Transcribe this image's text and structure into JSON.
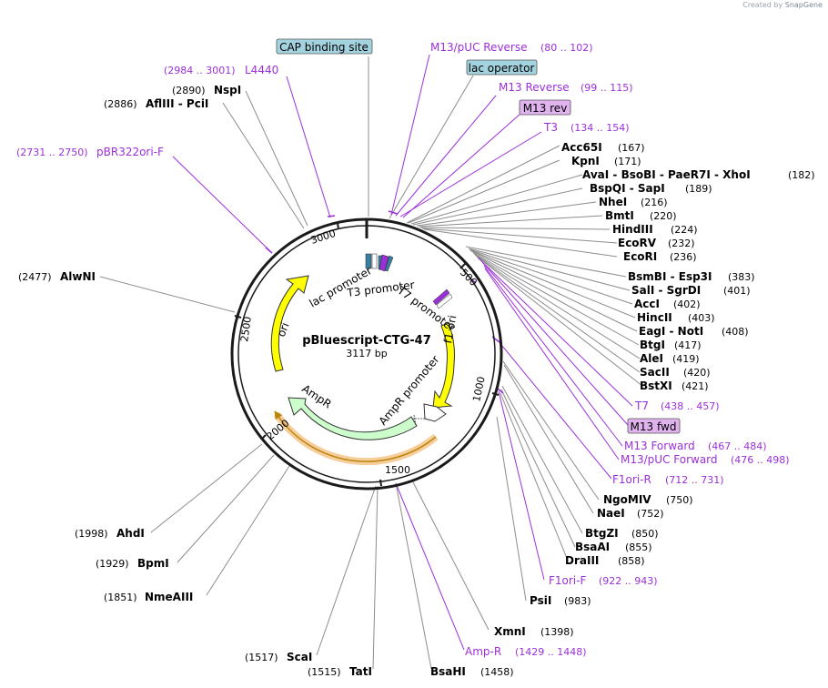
{
  "credit": {
    "prefix": "Created by",
    "brand": "SnapGene"
  },
  "plasmid": {
    "name": "pBluescript-CTG-47",
    "size": "3117 bp",
    "length": 3117
  },
  "ticks": [
    "500",
    "1000",
    "1500",
    "2000",
    "2500",
    "3000"
  ],
  "enzymes": [
    {
      "name": "Acc65I",
      "pos": "(167)"
    },
    {
      "name": "KpnI",
      "pos": "(171)"
    },
    {
      "name": "AvaI - BsoBI - PaeR7I - XhoI",
      "pos": "(182)"
    },
    {
      "name": "BspQI - SapI",
      "pos": "(189)"
    },
    {
      "name": "NheI",
      "pos": "(216)"
    },
    {
      "name": "BmtI",
      "pos": "(220)"
    },
    {
      "name": "HindIII",
      "pos": "(224)"
    },
    {
      "name": "EcoRV",
      "pos": "(232)"
    },
    {
      "name": "EcoRI",
      "pos": "(236)"
    },
    {
      "name": "BsmBI - Esp3I",
      "pos": "(383)"
    },
    {
      "name": "SalI - SgrDI",
      "pos": "(401)"
    },
    {
      "name": "AccI",
      "pos": "(402)"
    },
    {
      "name": "HincII",
      "pos": "(403)"
    },
    {
      "name": "EagI - NotI",
      "pos": "(408)"
    },
    {
      "name": "BtgI",
      "pos": "(417)"
    },
    {
      "name": "AleI",
      "pos": "(419)"
    },
    {
      "name": "SacII",
      "pos": "(420)"
    },
    {
      "name": "BstXI",
      "pos": "(421)"
    },
    {
      "name": "NgoMIV",
      "pos": "(750)"
    },
    {
      "name": "NaeI",
      "pos": "(752)"
    },
    {
      "name": "BtgZI",
      "pos": "(850)"
    },
    {
      "name": "BsaAI",
      "pos": "(855)"
    },
    {
      "name": "DraIII",
      "pos": "(858)"
    },
    {
      "name": "PsiI",
      "pos": "(983)"
    },
    {
      "name": "XmnI",
      "pos": "(1398)"
    },
    {
      "name": "BsaHI",
      "pos": "(1458)"
    },
    {
      "name": "TatI",
      "pos": "(1515)"
    },
    {
      "name": "ScaI",
      "pos": "(1517)"
    },
    {
      "name": "NmeAIII",
      "pos": "(1851)"
    },
    {
      "name": "BpmI",
      "pos": "(1929)"
    },
    {
      "name": "AhdI",
      "pos": "(1998)"
    },
    {
      "name": "AlwNI",
      "pos": "(2477)"
    },
    {
      "name": "AflIII - PciI",
      "pos": "(2886)"
    },
    {
      "name": "NspI",
      "pos": "(2890)"
    }
  ],
  "primers": [
    {
      "name": "M13/pUC Reverse",
      "range": "(80 .. 102)"
    },
    {
      "name": "M13 Reverse",
      "range": "(99 .. 115)"
    },
    {
      "name": "T3",
      "range": "(134 .. 154)"
    },
    {
      "name": "T7",
      "range": "(438 .. 457)"
    },
    {
      "name": "M13 Forward",
      "range": "(467 .. 484)"
    },
    {
      "name": "M13/pUC Forward",
      "range": "(476 .. 498)"
    },
    {
      "name": "F1ori-R",
      "range": "(712 .. 731)"
    },
    {
      "name": "F1ori-F",
      "range": "(922 .. 943)"
    },
    {
      "name": "Amp-R",
      "range": "(1429 .. 1448)"
    },
    {
      "name": "pBR322ori-F",
      "range": "(2731 .. 2750)"
    },
    {
      "name": "L4440",
      "range": "(2984 .. 3001)"
    }
  ],
  "boxed_labels": [
    {
      "name": "CAP binding site",
      "type": "protein_bind"
    },
    {
      "name": "lac operator",
      "type": "protein_bind"
    },
    {
      "name": "M13 rev",
      "type": "primer_bind"
    },
    {
      "name": "M13 fwd",
      "type": "primer_bind"
    }
  ],
  "features": [
    {
      "name": "ori",
      "color": "#ffff00"
    },
    {
      "name": "f1 ori",
      "color": "#ffff00"
    },
    {
      "name": "AmpR",
      "color": "#ccffcc"
    },
    {
      "name": "AmpR promoter",
      "color": "#ffffff"
    },
    {
      "name": "lac promoter",
      "color": "#ffffff"
    },
    {
      "name": "T3 promoter",
      "color": "#ffffff"
    },
    {
      "name": "T7 promoter",
      "color": "#ffffff"
    }
  ],
  "colors": {
    "primer": "#9b30d9",
    "boxed_protein": "#a4d3e0",
    "boxed_primer": "#e0b3ef",
    "ori": "#ffff00",
    "ampr": "#ccffcc",
    "ampr_highlight": "#f5c48a",
    "ampr_highlight_line": "#b8860b",
    "ring": "#1a1a1a"
  }
}
